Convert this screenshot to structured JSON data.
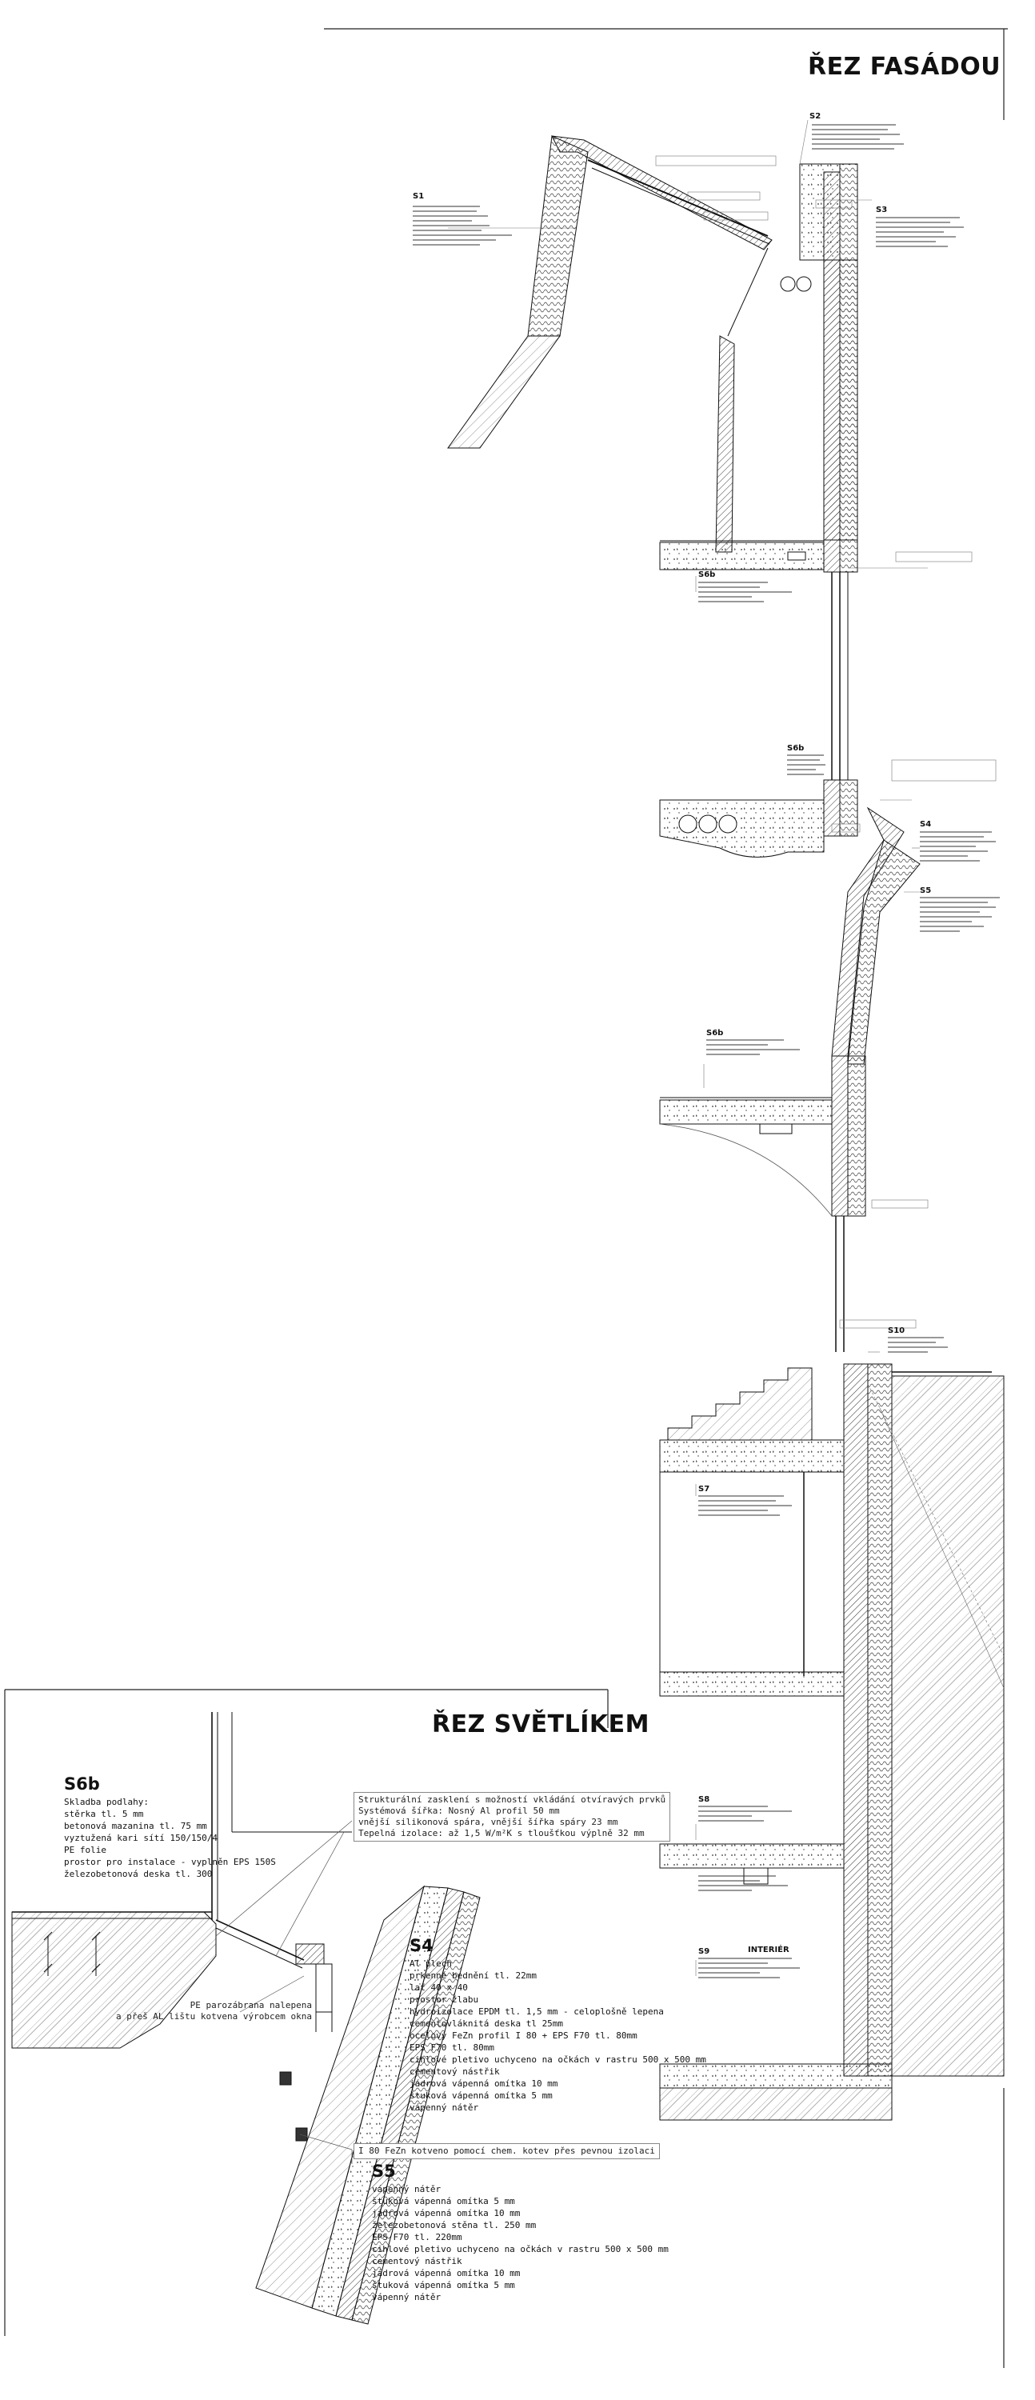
{
  "titles": {
    "facade_section": "ŘEZ FASÁDOU",
    "skylight_section": "ŘEZ SVĚTLÍKEM"
  },
  "layer_tags": [
    "S1",
    "S2",
    "S3",
    "S4",
    "S5",
    "S6b",
    "S6b",
    "S6b",
    "S10",
    "S7",
    "S8",
    "S9"
  ],
  "interior_label": "INTERIÉR",
  "detail": {
    "S6b": {
      "code": "S6b",
      "heading": "Skladba podlahy:",
      "layers": [
        "stěrka tl. 5 mm",
        "betonová mazanina tl. 75 mm",
        "vyztužená kari sítí 150/150/4",
        "PE folie",
        "prostor pro instalace - vyplněn EPS 150S",
        "železobetonová deska tl. 300"
      ]
    },
    "glazing_note": [
      "Strukturální zasklení s možností vkládání otvíravých prvků",
      "Systémová šířka: Nosný Al profil 50 mm",
      "vnější silikonová spára, vnější šířka spáry 23 mm",
      "Tepelná izolace: až 1,5 W/m²K s tloušťkou výplně 32 mm"
    ],
    "pe_note": [
      "PE parozábrana nalepena",
      "a přeš AL lištu kotvena výrobcem okna"
    ],
    "S4": {
      "code": "S4",
      "layers": [
        "Al plech",
        "prkenné bednění tl. 22mm",
        "lať 40 x 40",
        "prostor žlabu",
        "hydroizolace EPDM tl. 1,5 mm - celoplošně lepena",
        "cementovláknitá deska tl 25mm",
        "ocelový FeZn profil I  80 + EPS F70 tl. 80mm",
        "EPS F70 tl. 80mm",
        "cihlové pletivo uchyceno na očkách v rastru 500 x 500 mm",
        "cementový nástřik",
        "jádrová vápenná omítka 10 mm",
        "štuková vápenná omítka 5 mm",
        "vápenný nátěr"
      ]
    },
    "anchor_note": "I 80 FeZn kotveno pomocí chem. kotev přes pevnou izolaci",
    "S5": {
      "code": "S5",
      "layers": [
        "vápenný nátěr",
        "štuková vápenná omítka 5 mm",
        "jádrová vápenná omítka 10 mm",
        "železobetonová stěna tl. 250 mm",
        "EPS F70 tl. 220mm",
        "cihlové pletivo uchyceno na očkách v rastru 500 x 500 mm",
        "cementový nástřik",
        "jádrová vápenná omítka 10 mm",
        "štuková vápenná omítka 5 mm",
        "vápenný nátěr"
      ]
    }
  }
}
